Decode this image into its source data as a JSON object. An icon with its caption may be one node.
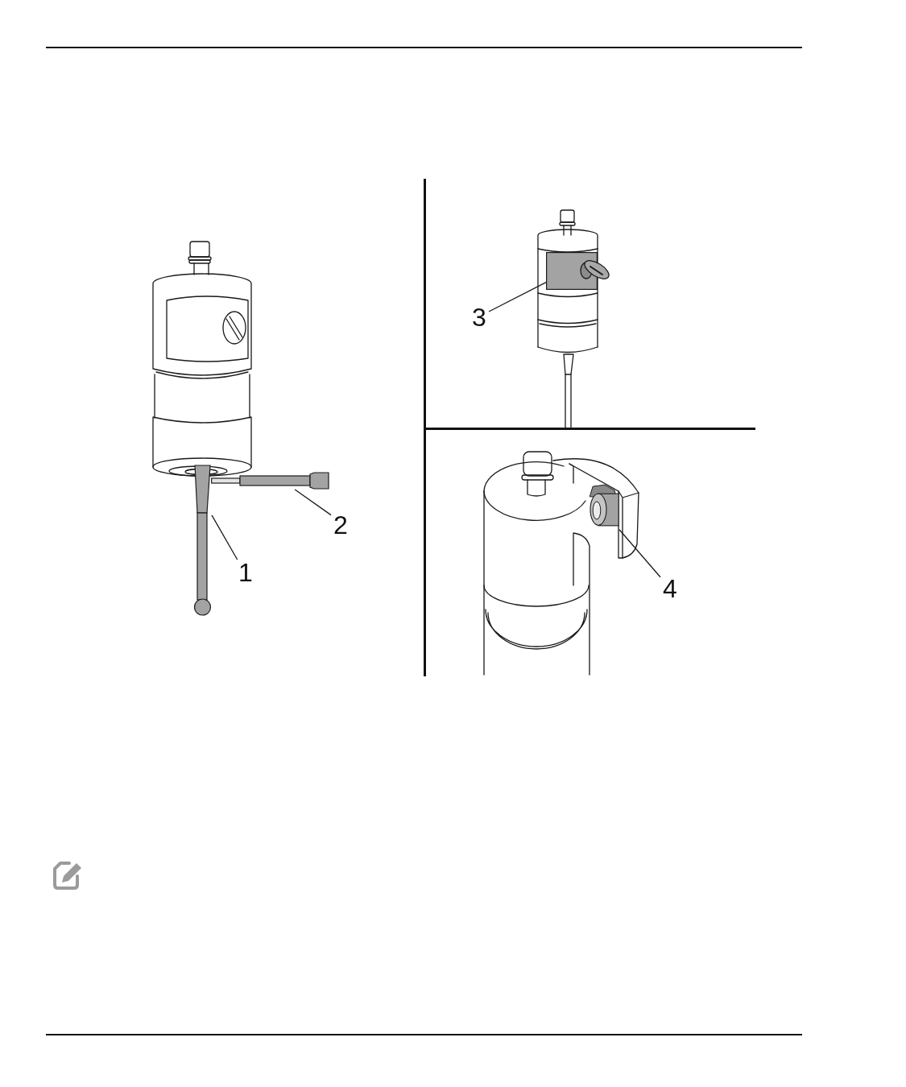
{
  "diagram": {
    "nodes": [
      {
        "text": [
          "1"
        ]
      },
      {
        "text": [
          "2"
        ]
      },
      {
        "text": [
          "3"
        ]
      },
      {
        "text": [
          "4"
        ]
      },
      {
        "text": [],
        "shape": "bar"
      },
      {
        "text": [],
        "shape": "bar"
      },
      {
        "text": [],
        "shape": "box"
      },
      {
        "text": [],
        "shape": "cylinder"
      }
    ],
    "edges": [
      {
        "from": 0,
        "to": 4,
        "arrow": "none"
      },
      {
        "from": 1,
        "to": 5,
        "arrow": "none"
      },
      {
        "from": 2,
        "to": 6,
        "arrow": "none"
      },
      {
        "from": 3,
        "to": 7,
        "arrow": "none"
      }
    ]
  }
}
